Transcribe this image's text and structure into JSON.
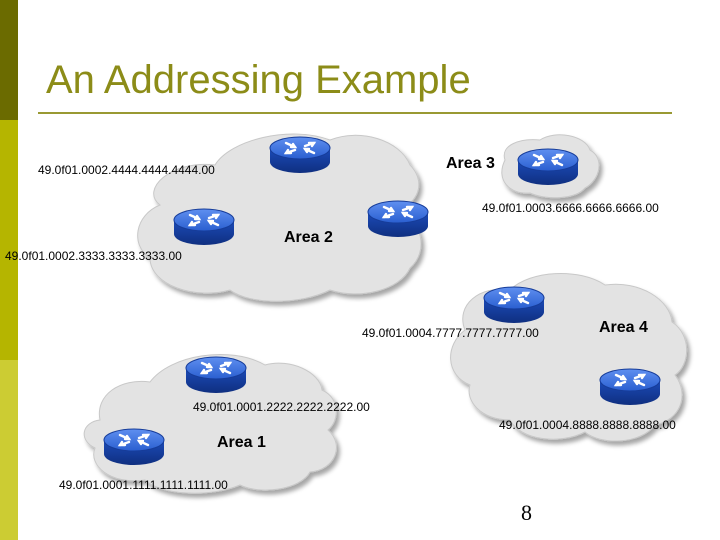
{
  "slide": {
    "title": "An Addressing Example",
    "page_number": "8"
  },
  "areas": [
    {
      "label": "Area 1"
    },
    {
      "label": "Area 2"
    },
    {
      "label": "Area 3"
    },
    {
      "label": "Area 4"
    }
  ],
  "addresses": {
    "area2_top": "49.0f01.0002.4444.4444.4444.00",
    "area2_left": "49.0f01.0002.3333.3333.3333.00",
    "area3": "49.0f01.0003.6666.6666.6666.00",
    "area4_top": "49.0f01.0004.7777.7777.7777.00",
    "area4_bottom": "49.0f01.0004.8888.8888.8888.00",
    "area1_top": "49.0f01.0001.2222.2222.2222.00",
    "area1_bottom": "49.0f01.0001.1111.1111.1111.00"
  },
  "colors": {
    "cloud_fill": "#e3e3e3",
    "router_blue": "#1e4fbd",
    "title_color": "#8c8c18",
    "bar_dark": "#6b6b00",
    "bar_light": "#b5b500"
  }
}
